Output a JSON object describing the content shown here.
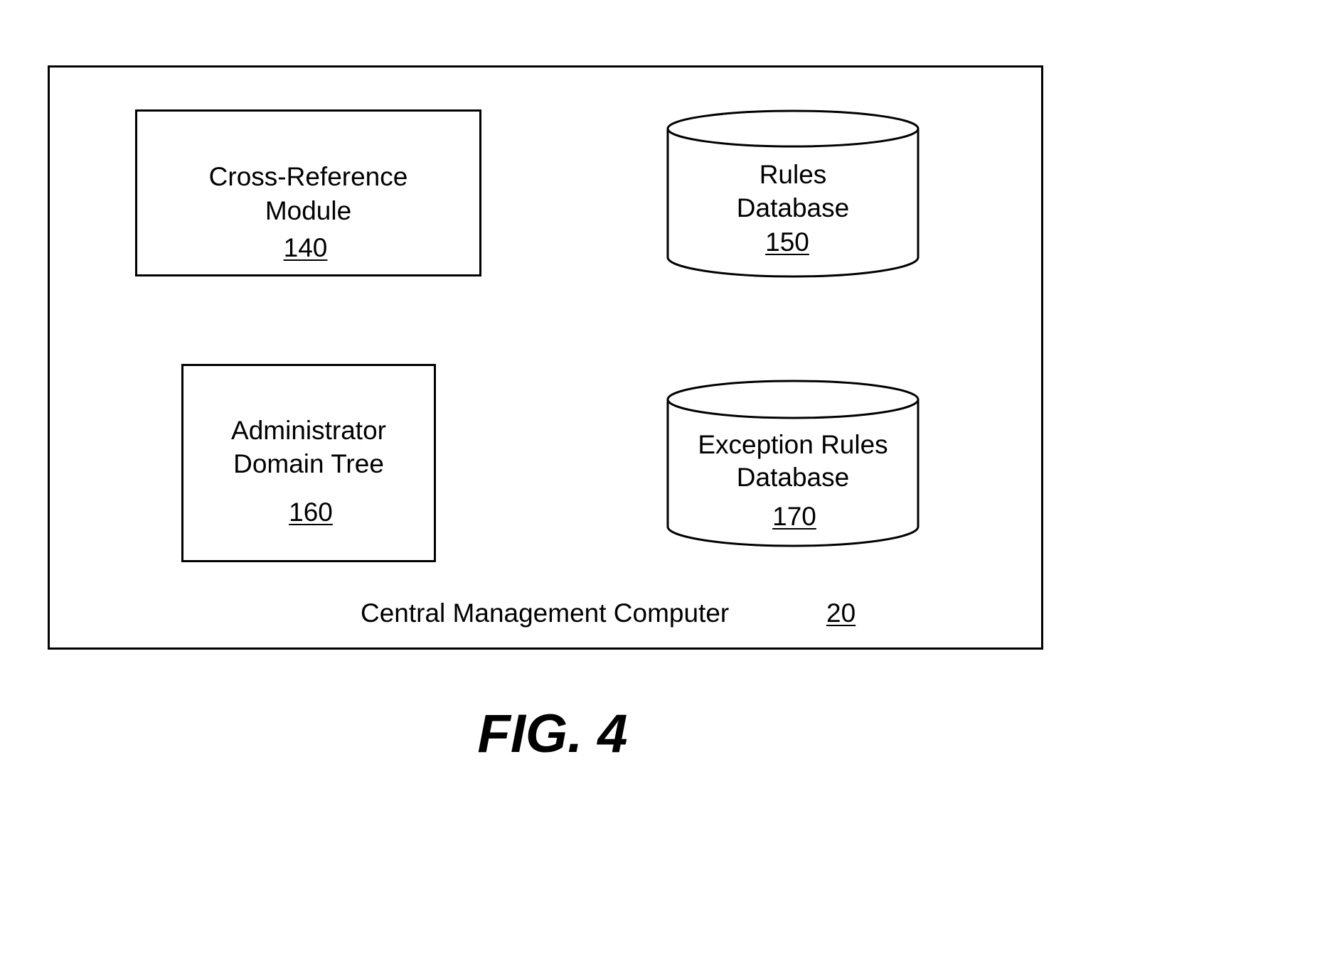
{
  "figure": {
    "label": "FIG. 4"
  },
  "container": {
    "title": "Central Management Computer",
    "ref": "20"
  },
  "components": {
    "cross_reference_module": {
      "line1": "Cross-Reference",
      "line2": "Module",
      "ref": "140"
    },
    "rules_database": {
      "line1": "Rules",
      "line2": "Database",
      "ref": "150"
    },
    "administrator_domain_tree": {
      "line1": "Administrator",
      "line2": "Domain Tree",
      "ref": "160"
    },
    "exception_rules_database": {
      "line1": "Exception Rules",
      "line2": "Database",
      "ref": "170"
    }
  }
}
